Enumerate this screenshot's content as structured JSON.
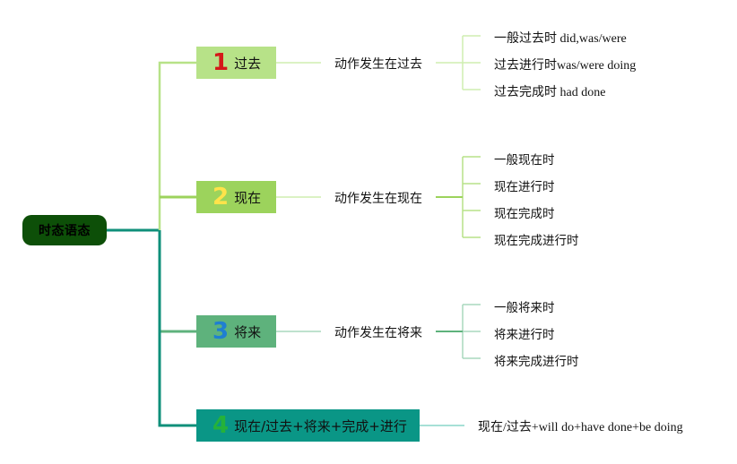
{
  "root": {
    "label": "时态语态"
  },
  "colors": {
    "root": "#0d4f08",
    "branch1": "#b7e288",
    "branch2": "#9cd35c",
    "branch3": "#5eb27c",
    "branch4": "#0a9686",
    "num1": "#d41919",
    "num2": "#ffe34a",
    "num3": "#1f7fd1",
    "num4": "#25b23a",
    "trunk": "#0f8f7a"
  },
  "branches": [
    {
      "number": "1",
      "label": "过去",
      "mid": "动作发生在过去",
      "leaves": [
        "一般过去时 did,was/were",
        "过去进行时was/were doing",
        "过去完成时 had done"
      ]
    },
    {
      "number": "2",
      "label": "现在",
      "mid": "动作发生在现在",
      "leaves": [
        "一般现在时",
        "现在进行时",
        "现在完成时",
        "现在完成进行时"
      ]
    },
    {
      "number": "3",
      "label": "将来",
      "mid": "动作发生在将来",
      "leaves": [
        "一般将来时",
        "将来进行时",
        "将来完成进行时"
      ]
    },
    {
      "number": "4",
      "label": "现在/过去+将来+完成+进行",
      "mid": "现在/过去+will do+have done+be doing",
      "leaves": []
    }
  ]
}
